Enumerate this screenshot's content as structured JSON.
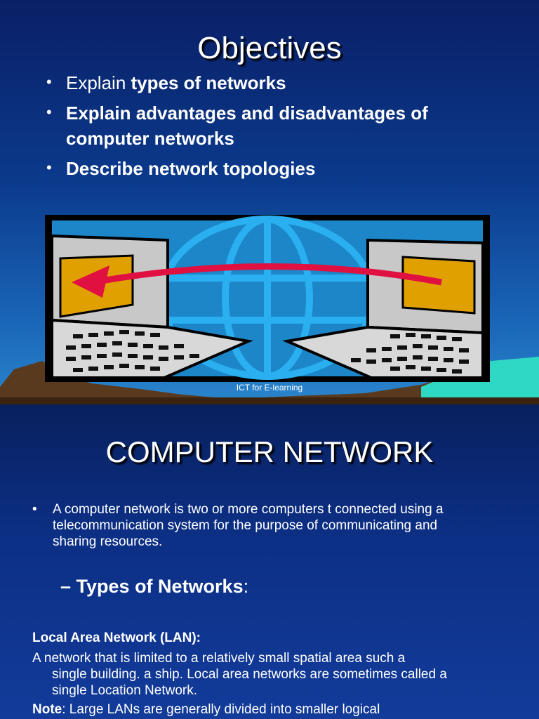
{
  "slide1": {
    "title": "Objectives",
    "bullets": [
      {
        "normal": "Explain ",
        "bold": "types of networks"
      },
      {
        "normal": "",
        "bold": "Explain advantages and disadvantages of computer networks"
      },
      {
        "normal": "",
        "bold": "Describe network topologies"
      }
    ],
    "footer": "ICT for E-learning"
  },
  "slide2": {
    "title": "COMPUTER NETWORK",
    "bullet": "A computer network is two or more computers t connected using a telecommunication system for the purpose of communicating and sharing resources.",
    "subheading_dash": "– ",
    "subheading": "Types of Networks",
    "subheading_colon": ":",
    "lan_heading": "Local Area Network (LAN):",
    "lan_definition_first": "A network that is limited to a relatively small spatial area such a",
    "lan_definition_rest": "single building. a ship. Local area networks are sometimes called a single Location Network.",
    "note_label": "Note",
    "note_text": ": Large LANs are generally divided into smaller logical"
  },
  "colors": {
    "accent_red": "#e01040",
    "screen_gold": "#e0a000",
    "globe_blue": "#2a7fd0"
  }
}
